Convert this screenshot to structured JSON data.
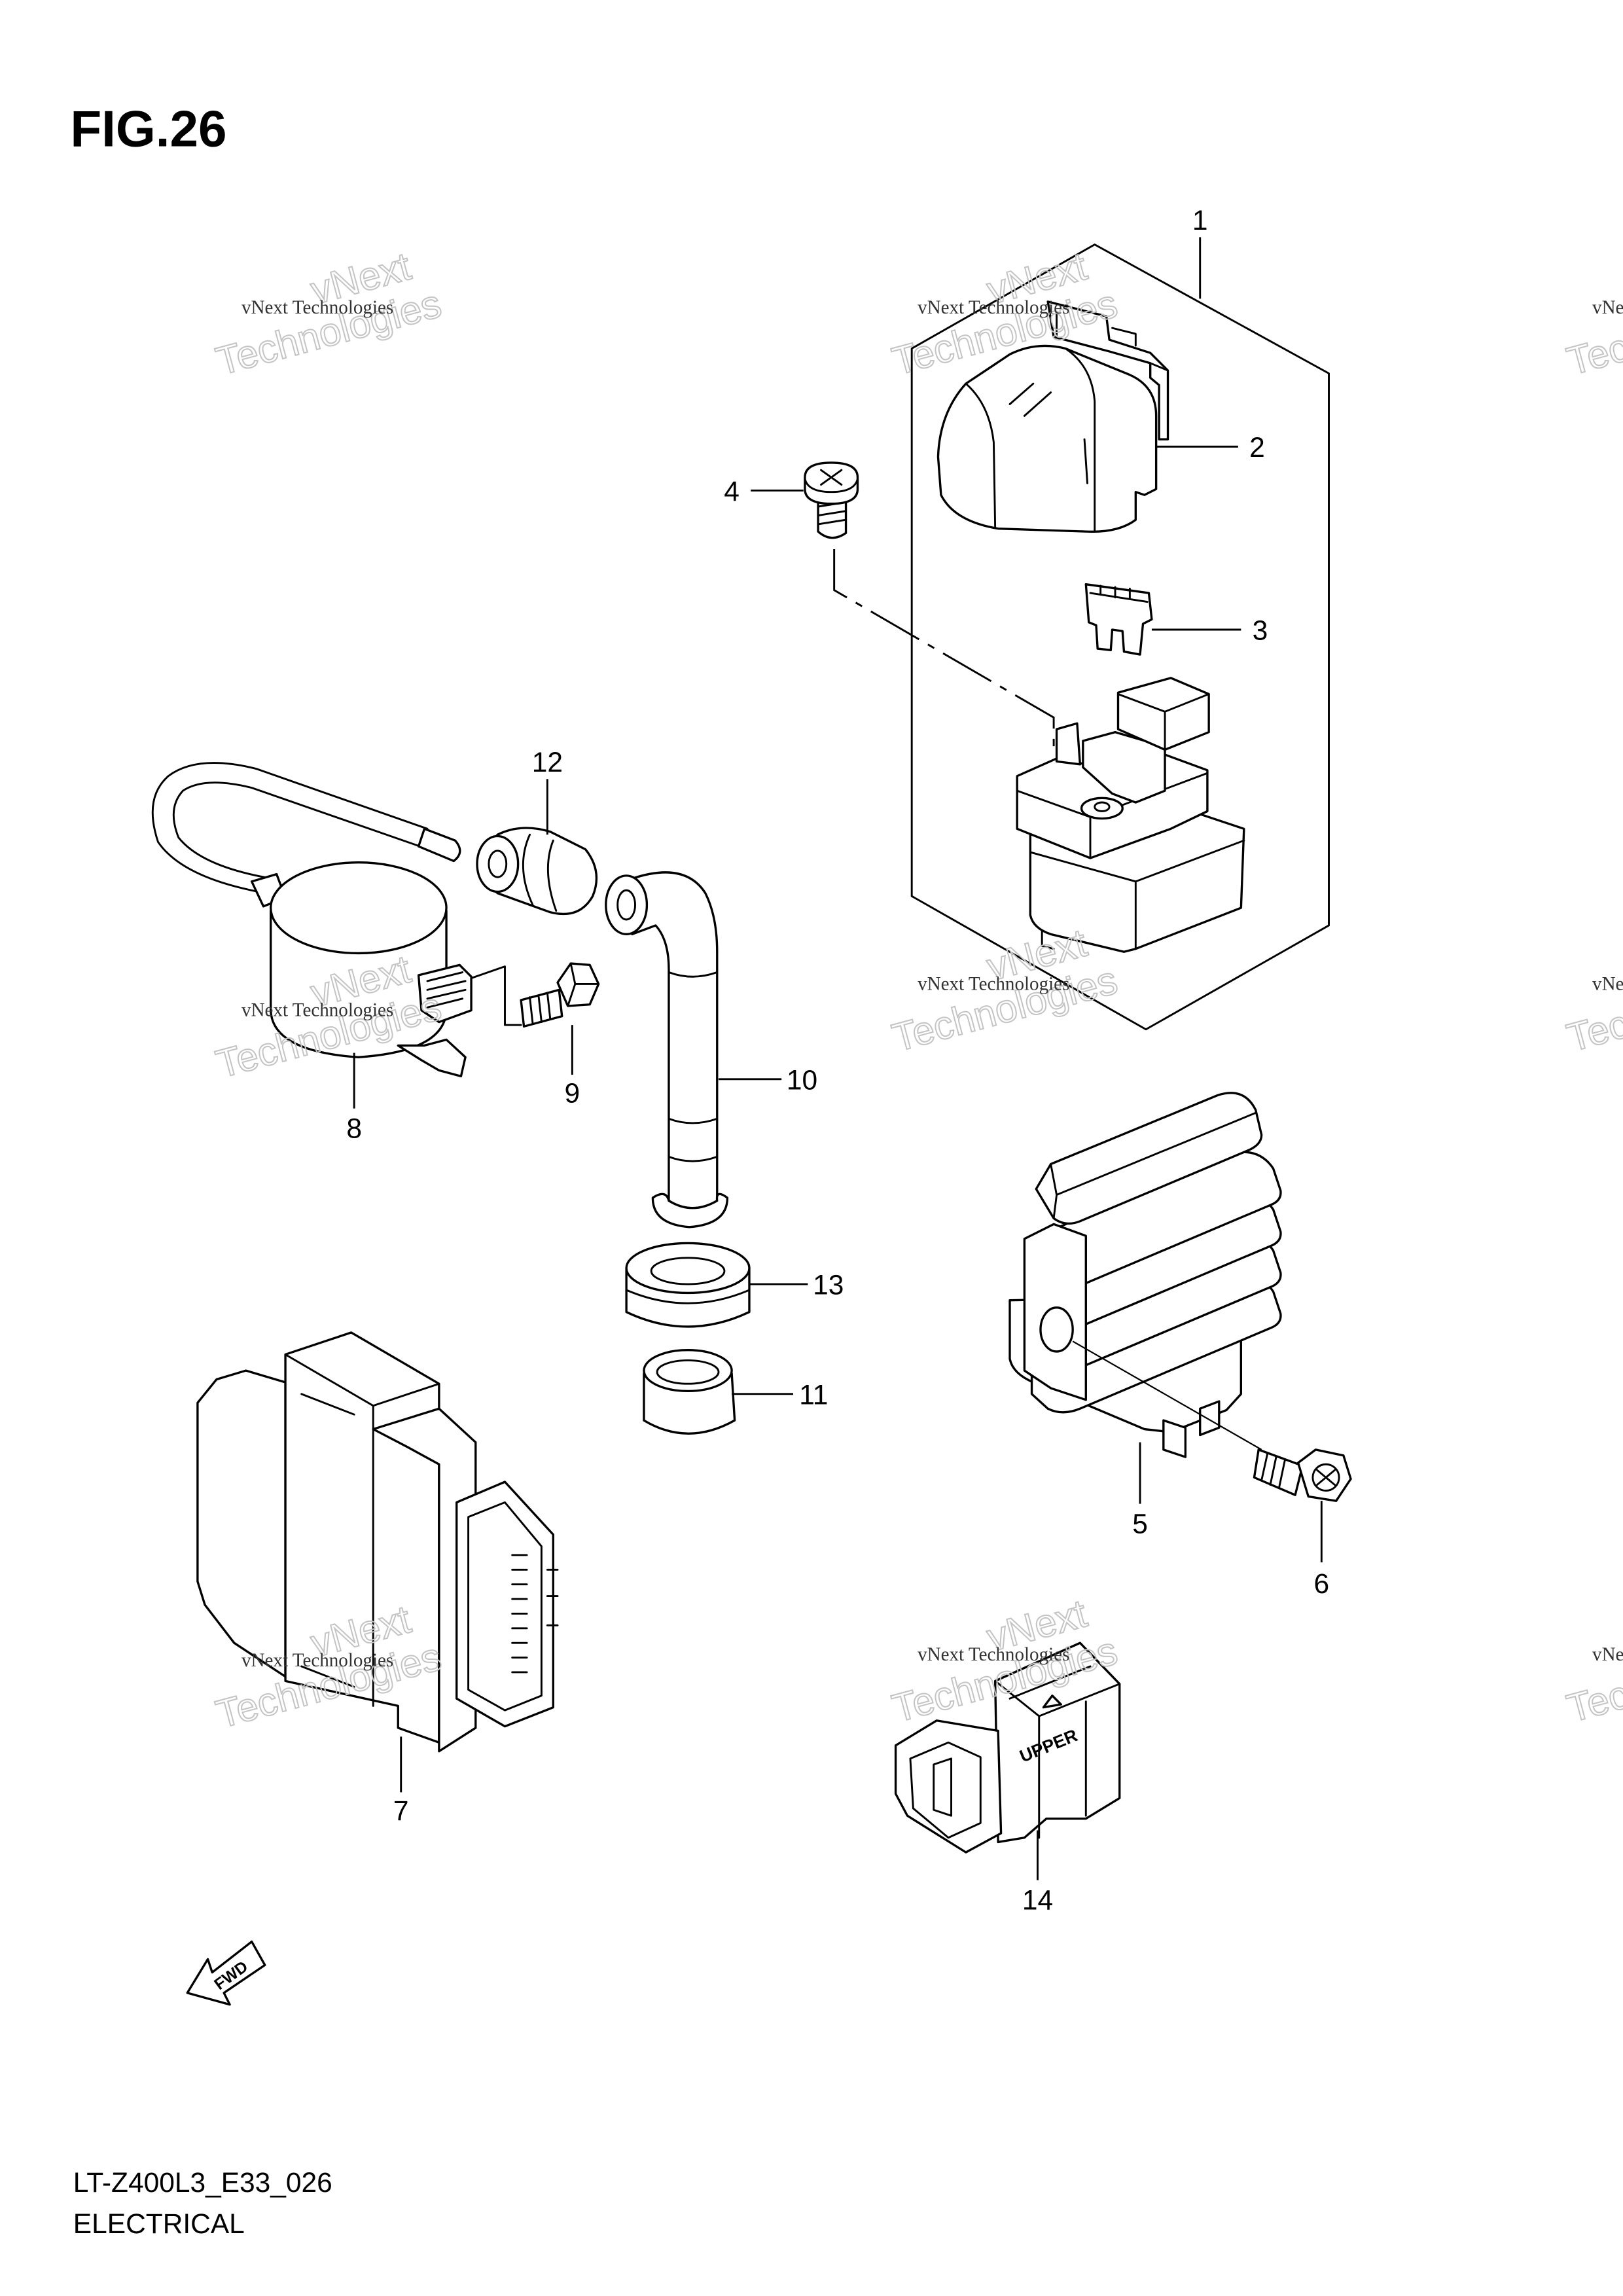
{
  "figure": {
    "title": "FIG.26",
    "code": "LT-Z400L3_E33_026",
    "caption": "ELECTRICAL"
  },
  "callouts": [
    "1",
    "2",
    "3",
    "4",
    "5",
    "6",
    "7",
    "8",
    "9",
    "10",
    "11",
    "12",
    "13",
    "14"
  ],
  "markings": {
    "fwd": "FWD",
    "upper": "UPPER"
  },
  "watermark": {
    "text": "vNext Technologies"
  },
  "colors": {
    "line": "#000000",
    "background": "#ffffff",
    "watermark": "#c4c4c4"
  }
}
